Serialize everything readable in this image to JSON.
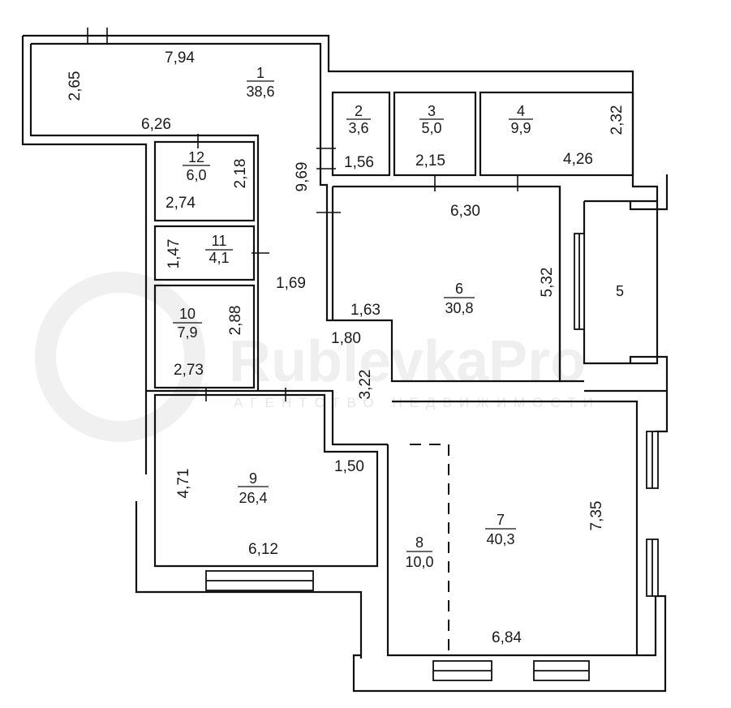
{
  "watermark": {
    "brand": "RublevkaPro",
    "tagline": "АГЕНТСТВО НЕДВИЖИМОСТИ"
  },
  "rooms": [
    {
      "number": "1",
      "area": "38,6"
    },
    {
      "number": "2",
      "area": "3,6"
    },
    {
      "number": "3",
      "area": "5,0"
    },
    {
      "number": "4",
      "area": "9,9"
    },
    {
      "number": "5",
      "area": ""
    },
    {
      "number": "6",
      "area": "30,8"
    },
    {
      "number": "7",
      "area": "40,3"
    },
    {
      "number": "8",
      "area": "10,0"
    },
    {
      "number": "9",
      "area": "26,4"
    },
    {
      "number": "10",
      "area": "7,9"
    },
    {
      "number": "11",
      "area": "4,1"
    },
    {
      "number": "12",
      "area": "6,0"
    }
  ],
  "dimensions": [
    "7,94",
    "2,65",
    "6,26",
    "2,18",
    "2,74",
    "9,69",
    "1,56",
    "2,15",
    "4,26",
    "2,32",
    "6,30",
    "5,32",
    "1,47",
    "1,69",
    "1,63",
    "1,80",
    "2,88",
    "2,73",
    "3,22",
    "1,50",
    "4,71",
    "6,12",
    "7,35",
    "6,84"
  ]
}
